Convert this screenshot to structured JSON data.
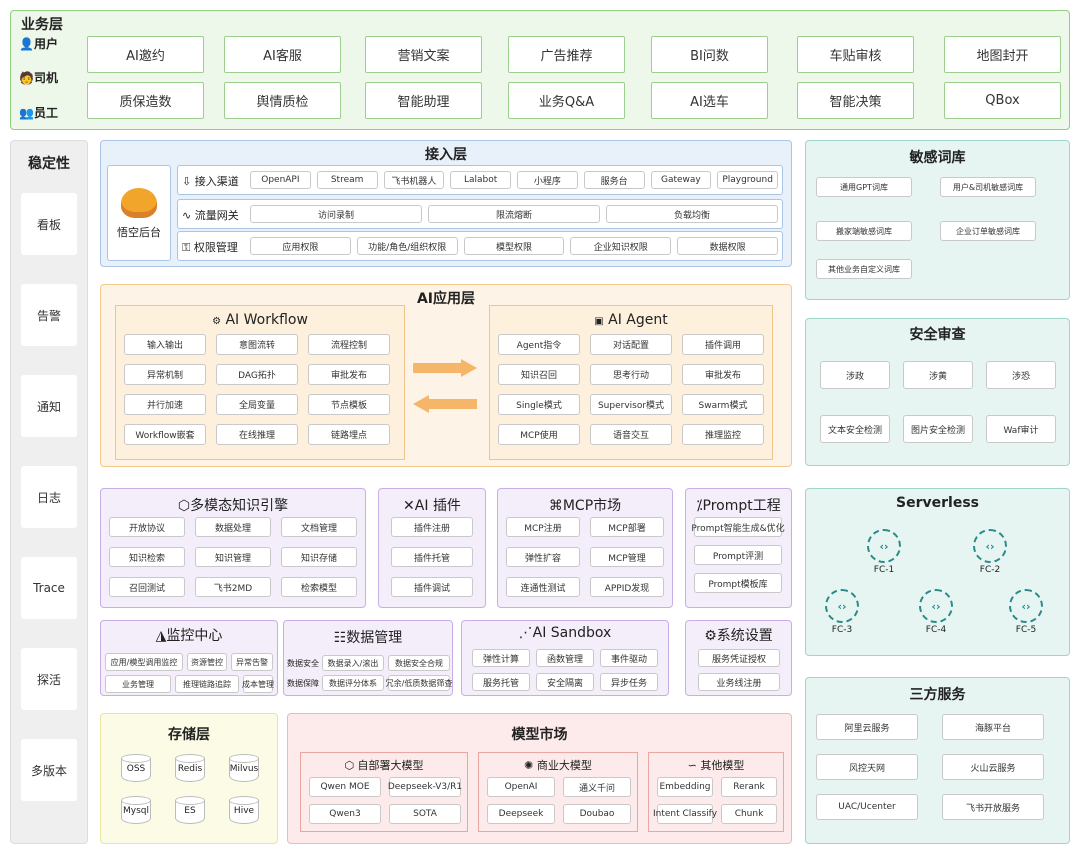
{
  "business": {
    "title": "业务层",
    "roles": [
      "用户",
      "司机",
      "员工"
    ],
    "row1": [
      "AI邀约",
      "AI客服",
      "营销文案",
      "广告推荐",
      "BI问数",
      "车贴审核",
      "地图封开"
    ],
    "row2": [
      "质保造数",
      "舆情质检",
      "智能助理",
      "业务Q&A",
      "AI选车",
      "智能决策",
      "QBox"
    ]
  },
  "stability": {
    "title": "稳定性",
    "items": [
      "看板",
      "告警",
      "通知",
      "日志",
      "Trace",
      "探活",
      "多版本"
    ]
  },
  "access": {
    "title": "接入层",
    "logo": "悟空后台",
    "rows": [
      {
        "label": "接入渠道",
        "items": [
          "OpenAPI",
          "Stream",
          "飞书机器人",
          "Lalabot",
          "小程序",
          "服务台",
          "Gateway",
          "Playground"
        ]
      },
      {
        "label": "流量网关",
        "items": [
          "访问录制",
          "限流熔断",
          "负载均衡"
        ]
      },
      {
        "label": "权限管理",
        "items": [
          "应用权限",
          "功能/角色/组织权限",
          "模型权限",
          "企业知识权限",
          "数据权限"
        ]
      }
    ]
  },
  "app": {
    "title": "AI应用层",
    "workflow": {
      "title": "AI Workflow",
      "items": [
        "输入输出",
        "意图流转",
        "流程控制",
        "异常机制",
        "DAG拓扑",
        "审批发布",
        "并行加速",
        "全局变量",
        "节点模板",
        "Workflow嵌套",
        "在线推理",
        "链路埋点"
      ]
    },
    "agent": {
      "title": "AI Agent",
      "items": [
        "Agent指令",
        "对话配置",
        "插件调用",
        "知识召回",
        "思考行动",
        "审批发布",
        "Single模式",
        "Supervisor模式",
        "Swarm模式",
        "MCP使用",
        "语音交互",
        "推理监控"
      ]
    }
  },
  "knowledge": {
    "title": "多模态知识引擎",
    "items": [
      "开放协议",
      "数据处理",
      "文档管理",
      "知识检索",
      "知识管理",
      "知识存储",
      "召回测试",
      "飞书2MD",
      "检索模型"
    ]
  },
  "plugin": {
    "title": "AI 插件",
    "items": [
      "插件注册",
      "插件托管",
      "插件调试"
    ]
  },
  "mcp": {
    "title": "MCP市场",
    "items": [
      "MCP注册",
      "MCP部署",
      "弹性扩容",
      "MCP管理",
      "连通性测试",
      "APPID发现"
    ]
  },
  "prompt": {
    "title": "Prompt工程",
    "items": [
      "Prompt智能生成&优化",
      "Prompt评测",
      "Prompt模板库"
    ]
  },
  "monitor": {
    "title": "监控中心",
    "items": [
      "应用/模型调用监控",
      "资源管控",
      "异常告警",
      "业务管理",
      "推理链路追踪",
      "成本管理"
    ]
  },
  "datamgmt": {
    "title": "数据管理",
    "rows": [
      {
        "label": "数据安全",
        "items": [
          "数据录入/滚出",
          "数据安全合规"
        ]
      },
      {
        "label": "数据保障",
        "items": [
          "数据评分体系",
          "冗余/低质数据筛查"
        ]
      }
    ]
  },
  "sandbox": {
    "title": "AI Sandbox",
    "items": [
      "弹性计算",
      "函数管理",
      "事件驱动",
      "服务托管",
      "安全隔离",
      "异步任务"
    ]
  },
  "settings": {
    "title": "系统设置",
    "items": [
      "服务凭证授权",
      "业务线注册"
    ]
  },
  "storage": {
    "title": "存储层",
    "items": [
      "OSS",
      "Redis",
      "Milvus",
      "Mysql",
      "ES",
      "Hive"
    ]
  },
  "models": {
    "title": "模型市场",
    "groups": [
      {
        "title": "自部署大模型",
        "items": [
          "Qwen MOE",
          "Deepseek-V3/R1",
          "Qwen3",
          "SOTA"
        ]
      },
      {
        "title": "商业大模型",
        "items": [
          "OpenAI",
          "通义千问",
          "Deepseek",
          "Doubao"
        ]
      },
      {
        "title": "其他模型",
        "items": [
          "Embedding",
          "Rerank",
          "Intent Classify",
          "Chunk"
        ]
      }
    ]
  },
  "sensitive": {
    "title": "敏感词库",
    "items": [
      "通用GPT词库",
      "用户&司机敏感词库",
      "搬家端敏感词库",
      "企业订单敏感词库",
      "其他业务自定义词库"
    ]
  },
  "security": {
    "title": "安全审查",
    "items": [
      "涉政",
      "涉黄",
      "涉恐",
      "文本安全检测",
      "图片安全检测",
      "Waf审计"
    ]
  },
  "serverless": {
    "title": "Serverless",
    "items": [
      "FC-1",
      "FC-2",
      "FC-3",
      "FC-4",
      "FC-5"
    ]
  },
  "thirdparty": {
    "title": "三方服务",
    "items": [
      "阿里云服务",
      "海豚平台",
      "风控天网",
      "火山云服务",
      "UAC/Ucenter",
      "飞书开放服务"
    ]
  },
  "colors": {
    "business": "#eef8ea",
    "access": "#e8f0fa",
    "app": "#fdf3e6",
    "purple": "#f4eefa",
    "storage": "#fbfbe6",
    "models": "#fcebea",
    "teal": "#e6f5f2",
    "gray": "#efefef"
  }
}
